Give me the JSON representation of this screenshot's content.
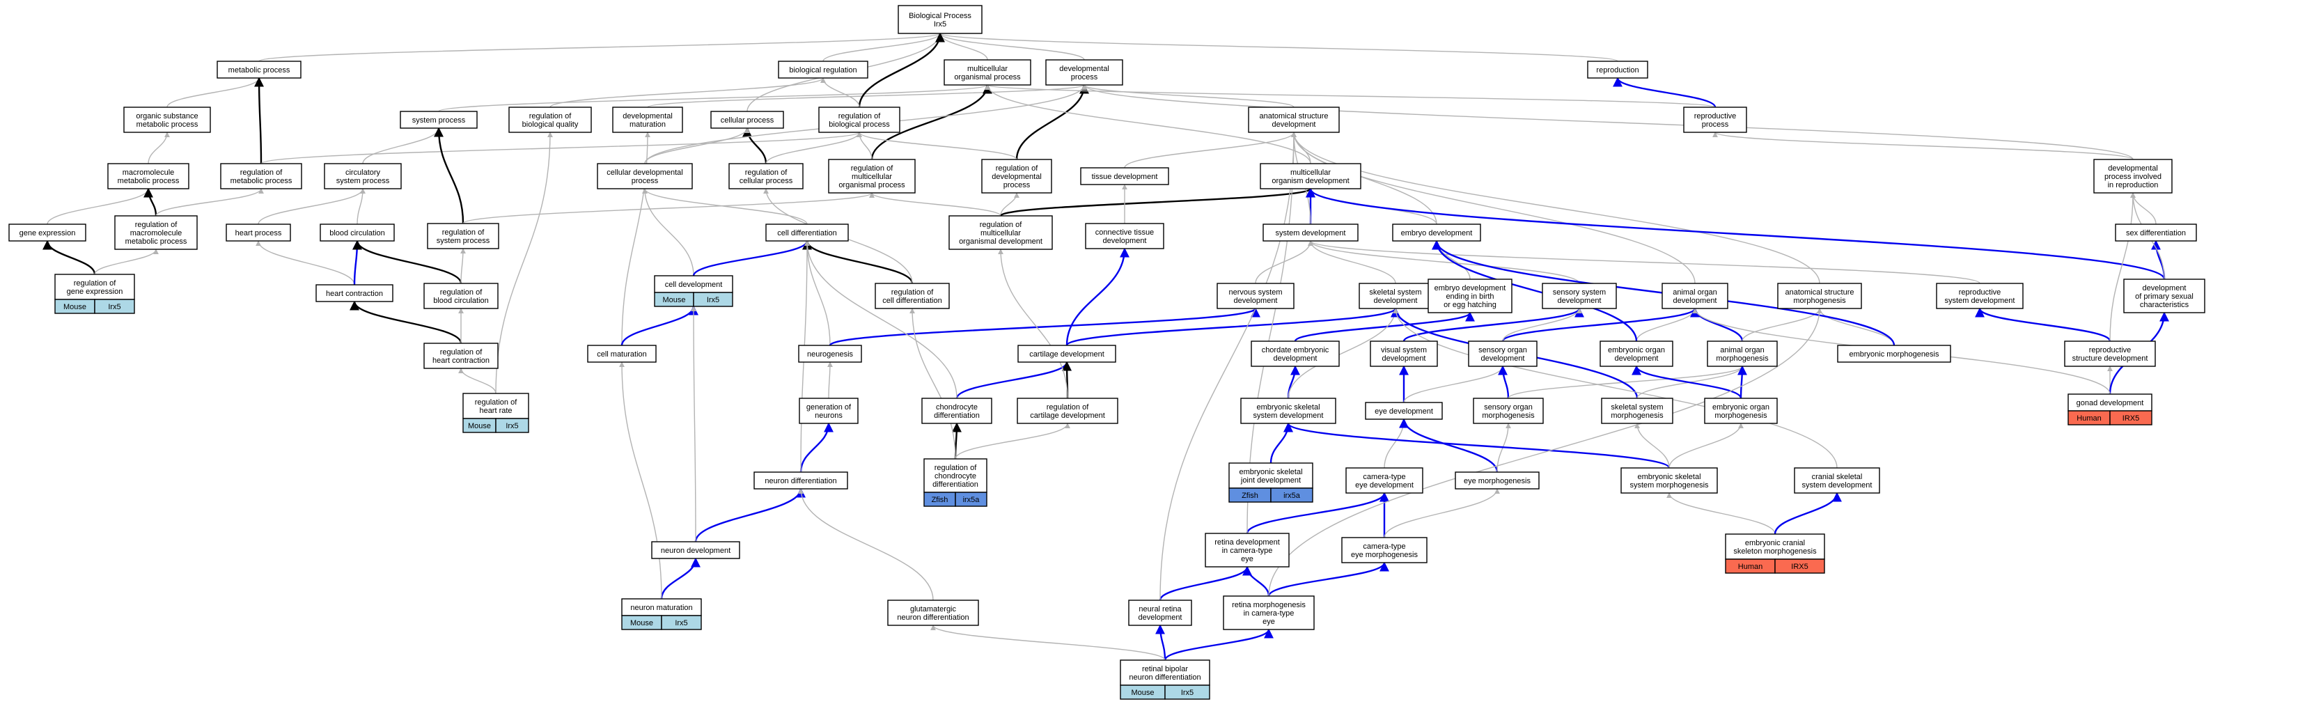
{
  "colors": {
    "is_a": "#b3b3b3",
    "part_of_black": "#000000",
    "regulates_blue": "#0000ee",
    "mouse": "#add8e6",
    "human": "#fa6a50",
    "zfish": "#5f8fe0"
  },
  "nodes": [
    {
      "id": "n_bp",
      "lines": [
        "Biological Process",
        "Irx5"
      ]
    },
    {
      "id": "n_metab",
      "lines": [
        "metabolic process"
      ]
    },
    {
      "id": "n_bioreg",
      "lines": [
        "biological regulation"
      ]
    },
    {
      "id": "n_multi",
      "lines": [
        "multicellular",
        "organismal process"
      ]
    },
    {
      "id": "n_dev",
      "lines": [
        "developmental",
        "process"
      ]
    },
    {
      "id": "n_repro",
      "lines": [
        "reproduction"
      ]
    },
    {
      "id": "n_orgsub",
      "lines": [
        "organic substance",
        "metabolic process"
      ]
    },
    {
      "id": "n_sysproc",
      "lines": [
        "system process"
      ]
    },
    {
      "id": "n_regbq",
      "lines": [
        "regulation of",
        "biological quality"
      ]
    },
    {
      "id": "n_devmat",
      "lines": [
        "developmental",
        "maturation"
      ]
    },
    {
      "id": "n_cellproc",
      "lines": [
        "cellular process"
      ]
    },
    {
      "id": "n_regbp",
      "lines": [
        "regulation of",
        "biological process"
      ]
    },
    {
      "id": "n_asd",
      "lines": [
        "anatomical structure",
        "development"
      ]
    },
    {
      "id": "n_reprop",
      "lines": [
        "reproductive",
        "process"
      ]
    },
    {
      "id": "n_macro",
      "lines": [
        "macromolecule",
        "metabolic process"
      ]
    },
    {
      "id": "n_regmetab",
      "lines": [
        "regulation of",
        "metabolic process"
      ]
    },
    {
      "id": "n_circ",
      "lines": [
        "circulatory",
        "system process"
      ]
    },
    {
      "id": "n_celldevproc",
      "lines": [
        "cellular developmental",
        "process"
      ]
    },
    {
      "id": "n_regcellproc",
      "lines": [
        "regulation of",
        "cellular process"
      ]
    },
    {
      "id": "n_regmultiproc",
      "lines": [
        "regulation of",
        "multicellular",
        "organismal process"
      ]
    },
    {
      "id": "n_regdev",
      "lines": [
        "regulation of",
        "developmental",
        "process"
      ]
    },
    {
      "id": "n_tissue",
      "lines": [
        "tissue development"
      ]
    },
    {
      "id": "n_multidev",
      "lines": [
        "multicellular",
        "organism development"
      ]
    },
    {
      "id": "n_devrepro",
      "lines": [
        "developmental",
        "process involved",
        "in reproduction"
      ]
    },
    {
      "id": "n_geneexp",
      "lines": [
        "gene expression"
      ]
    },
    {
      "id": "n_regmacro",
      "lines": [
        "regulation of",
        "macromolecule",
        "metabolic process"
      ]
    },
    {
      "id": "n_heartproc",
      "lines": [
        "heart process"
      ]
    },
    {
      "id": "n_bloodcirc",
      "lines": [
        "blood circulation"
      ]
    },
    {
      "id": "n_regsys",
      "lines": [
        "regulation of",
        "system process"
      ]
    },
    {
      "id": "n_celldiff",
      "lines": [
        "cell differentiation"
      ]
    },
    {
      "id": "n_regmultidev",
      "lines": [
        "regulation of",
        "multicellular",
        "organismal development"
      ]
    },
    {
      "id": "n_conn",
      "lines": [
        "connective tissue",
        "development"
      ]
    },
    {
      "id": "n_sysdev",
      "lines": [
        "system development"
      ]
    },
    {
      "id": "n_embdev",
      "lines": [
        "embryo development"
      ]
    },
    {
      "id": "n_sexdiff",
      "lines": [
        "sex differentiation"
      ]
    },
    {
      "id": "n_reggeneexp",
      "lines": [
        "regulation of",
        "gene expression"
      ],
      "org": [
        [
          "Mouse",
          "Irx5",
          "mouse"
        ]
      ]
    },
    {
      "id": "n_heartcon",
      "lines": [
        "heart contraction"
      ]
    },
    {
      "id": "n_regblood",
      "lines": [
        "regulation of",
        "blood circulation"
      ]
    },
    {
      "id": "n_celldev",
      "lines": [
        "cell development"
      ],
      "org": [
        [
          "Mouse",
          "Irx5",
          "mouse"
        ]
      ]
    },
    {
      "id": "n_regcelldiff",
      "lines": [
        "regulation of",
        "cell differentiation"
      ]
    },
    {
      "id": "n_nervous",
      "lines": [
        "nervous system",
        "development"
      ]
    },
    {
      "id": "n_skeletal",
      "lines": [
        "skeletal system",
        "development"
      ]
    },
    {
      "id": "n_embhatch",
      "lines": [
        "embryo development",
        "ending in birth",
        "or egg hatching"
      ]
    },
    {
      "id": "n_sensorysys",
      "lines": [
        "sensory system",
        "development"
      ]
    },
    {
      "id": "n_animalorgan",
      "lines": [
        "animal organ",
        "development"
      ]
    },
    {
      "id": "n_asmorph",
      "lines": [
        "anatomical structure",
        "morphogenesis"
      ]
    },
    {
      "id": "n_reprosys",
      "lines": [
        "reproductive",
        "system development"
      ]
    },
    {
      "id": "n_primsex",
      "lines": [
        "development",
        "of primary sexual",
        "characteristics"
      ]
    },
    {
      "id": "n_regheartcon",
      "lines": [
        "regulation of",
        "heart contraction"
      ]
    },
    {
      "id": "n_cellmat",
      "lines": [
        "cell maturation"
      ]
    },
    {
      "id": "n_neurogen",
      "lines": [
        "neurogenesis"
      ]
    },
    {
      "id": "n_cartdev",
      "lines": [
        "cartilage development"
      ]
    },
    {
      "id": "n_chordemb",
      "lines": [
        "chordate embryonic",
        "development"
      ]
    },
    {
      "id": "n_visual",
      "lines": [
        "visual system",
        "development"
      ]
    },
    {
      "id": "n_sensorgan",
      "lines": [
        "sensory organ",
        "development"
      ]
    },
    {
      "id": "n_emborgandev",
      "lines": [
        "embryonic organ",
        "development"
      ]
    },
    {
      "id": "n_animorph",
      "lines": [
        "animal organ",
        "morphogenesis"
      ]
    },
    {
      "id": "n_embmorph",
      "lines": [
        "embryonic morphogenesis"
      ]
    },
    {
      "id": "n_reprostruct",
      "lines": [
        "reproductive",
        "structure development"
      ]
    },
    {
      "id": "n_regheartrate",
      "lines": [
        "regulation of",
        "heart rate"
      ],
      "org": [
        [
          "Mouse",
          "Irx5",
          "mouse"
        ]
      ]
    },
    {
      "id": "n_genneur",
      "lines": [
        "generation of",
        "neurons"
      ]
    },
    {
      "id": "n_chondro",
      "lines": [
        "chondrocyte",
        "differentiation"
      ]
    },
    {
      "id": "n_regcart",
      "lines": [
        "regulation of",
        "cartilage development"
      ]
    },
    {
      "id": "n_embskel",
      "lines": [
        "embryonic skeletal",
        "system development"
      ]
    },
    {
      "id": "n_eyedev",
      "lines": [
        "eye development"
      ]
    },
    {
      "id": "n_sensmorph",
      "lines": [
        "sensory organ",
        "morphogenesis"
      ]
    },
    {
      "id": "n_skelmorph",
      "lines": [
        "skeletal system",
        "morphogenesis"
      ]
    },
    {
      "id": "n_emborganmorph",
      "lines": [
        "embryonic organ",
        "morphogenesis"
      ]
    },
    {
      "id": "n_gonad",
      "lines": [
        "gonad development"
      ],
      "org": [
        [
          "Human",
          "IRX5",
          "human"
        ]
      ]
    },
    {
      "id": "n_neurdiff",
      "lines": [
        "neuron differentiation"
      ]
    },
    {
      "id": "n_regchondro",
      "lines": [
        "regulation of",
        "chondrocyte",
        "differentiation"
      ],
      "org": [
        [
          "Zfish",
          "irx5a",
          "zfish"
        ]
      ]
    },
    {
      "id": "n_embjoint",
      "lines": [
        "embryonic skeletal",
        "joint development"
      ],
      "org": [
        [
          "Zfish",
          "irx5a",
          "zfish"
        ]
      ]
    },
    {
      "id": "n_cameye",
      "lines": [
        "camera-type",
        "eye development"
      ]
    },
    {
      "id": "n_eyemorph",
      "lines": [
        "eye morphogenesis"
      ]
    },
    {
      "id": "n_embskelmorph",
      "lines": [
        "embryonic skeletal",
        "system morphogenesis"
      ]
    },
    {
      "id": "n_cranial",
      "lines": [
        "cranial skeletal",
        "system development"
      ]
    },
    {
      "id": "n_retinadev",
      "lines": [
        "retina development",
        "in camera-type",
        "eye"
      ]
    },
    {
      "id": "n_cammorph",
      "lines": [
        "camera-type",
        "eye morphogenesis"
      ]
    },
    {
      "id": "n_neurdev",
      "lines": [
        "neuron development"
      ]
    },
    {
      "id": "n_embcranial",
      "lines": [
        "embryonic cranial",
        "skeleton morphogenesis"
      ],
      "org": [
        [
          "Human",
          "IRX5",
          "human"
        ]
      ]
    },
    {
      "id": "n_neurmat",
      "lines": [
        "neuron maturation"
      ],
      "org": [
        [
          "Mouse",
          "Irx5",
          "mouse"
        ]
      ]
    },
    {
      "id": "n_glut",
      "lines": [
        "glutamatergic",
        "neuron differentiation"
      ]
    },
    {
      "id": "n_neuralret",
      "lines": [
        "neural retina",
        "development"
      ]
    },
    {
      "id": "n_retmorph",
      "lines": [
        "retina morphogenesis",
        "in camera-type",
        "eye"
      ]
    },
    {
      "id": "n_bipolar",
      "lines": [
        "retinal bipolar",
        "neuron differentiation"
      ],
      "org": [
        [
          "Mouse",
          "Irx5",
          "mouse"
        ]
      ]
    }
  ],
  "edges": [
    [
      "n_metab",
      "n_bp",
      "g"
    ],
    [
      "n_bioreg",
      "n_bp",
      "g"
    ],
    [
      "n_multi",
      "n_bp",
      "g"
    ],
    [
      "n_dev",
      "n_bp",
      "g"
    ],
    [
      "n_repro",
      "n_bp",
      "g"
    ],
    [
      "n_cellproc",
      "n_bp",
      "g"
    ],
    [
      "n_orgsub",
      "n_metab",
      "g"
    ],
    [
      "n_macro",
      "n_orgsub",
      "g"
    ],
    [
      "n_geneexp",
      "n_macro",
      "g"
    ],
    [
      "n_reggeneexp",
      "n_geneexp",
      "k"
    ],
    [
      "n_reggeneexp",
      "n_regmacro",
      "g"
    ],
    [
      "n_regmacro",
      "n_macro",
      "k"
    ],
    [
      "n_regmacro",
      "n_regmetab",
      "g"
    ],
    [
      "n_regmetab",
      "n_metab",
      "k"
    ],
    [
      "n_regmetab",
      "n_regbp",
      "g"
    ],
    [
      "n_sysproc",
      "n_multi",
      "g"
    ],
    [
      "n_circ",
      "n_sysproc",
      "g"
    ],
    [
      "n_heartproc",
      "n_circ",
      "g"
    ],
    [
      "n_bloodcirc",
      "n_circ",
      "g"
    ],
    [
      "n_heartcon",
      "n_heartproc",
      "g"
    ],
    [
      "n_heartcon",
      "n_bloodcirc",
      "b"
    ],
    [
      "n_regblood",
      "n_bloodcirc",
      "k"
    ],
    [
      "n_regblood",
      "n_regsys",
      "g"
    ],
    [
      "n_regheartcon",
      "n_heartcon",
      "k"
    ],
    [
      "n_regheartcon",
      "n_regblood",
      "g"
    ],
    [
      "n_regheartrate",
      "n_regheartcon",
      "g"
    ],
    [
      "n_regheartrate",
      "n_regbq",
      "g"
    ],
    [
      "n_regsys",
      "n_sysproc",
      "k"
    ],
    [
      "n_regsys",
      "n_regmultiproc",
      "g"
    ],
    [
      "n_regbq",
      "n_bioreg",
      "g"
    ],
    [
      "n_devmat",
      "n_dev",
      "g"
    ],
    [
      "n_cellmat",
      "n_devmat",
      "g"
    ],
    [
      "n_cellmat",
      "n_celldev",
      "b"
    ],
    [
      "n_regbp",
      "n_bp",
      "k"
    ],
    [
      "n_regbp",
      "n_bioreg",
      "g"
    ],
    [
      "n_regcellproc",
      "n_cellproc",
      "k"
    ],
    [
      "n_regcellproc",
      "n_regbp",
      "g"
    ],
    [
      "n_regmultiproc",
      "n_multi",
      "k"
    ],
    [
      "n_regmultiproc",
      "n_regbp",
      "g"
    ],
    [
      "n_regdev",
      "n_dev",
      "k"
    ],
    [
      "n_regdev",
      "n_regbp",
      "g"
    ],
    [
      "n_celldevproc",
      "n_cellproc",
      "g"
    ],
    [
      "n_celldevproc",
      "n_dev",
      "g"
    ],
    [
      "n_celldiff",
      "n_celldevproc",
      "g"
    ],
    [
      "n_celldev",
      "n_celldevproc",
      "g"
    ],
    [
      "n_celldev",
      "n_celldiff",
      "b"
    ],
    [
      "n_regcelldiff",
      "n_celldiff",
      "k"
    ],
    [
      "n_regcelldiff",
      "n_regcellproc",
      "g"
    ],
    [
      "n_regmultidev",
      "n_regdev",
      "g"
    ],
    [
      "n_regmultidev",
      "n_multidev",
      "k"
    ],
    [
      "n_regmultidev",
      "n_regmultiproc",
      "g"
    ],
    [
      "n_asd",
      "n_dev",
      "g"
    ],
    [
      "n_multidev",
      "n_asd",
      "g"
    ],
    [
      "n_multidev",
      "n_multi",
      "g"
    ],
    [
      "n_tissue",
      "n_asd",
      "g"
    ],
    [
      "n_conn",
      "n_tissue",
      "g"
    ],
    [
      "n_sysdev",
      "n_multidev",
      "b"
    ],
    [
      "n_sysdev",
      "n_asd",
      "g"
    ],
    [
      "n_embdev",
      "n_asd",
      "g"
    ],
    [
      "n_embdev",
      "n_multidev",
      "g"
    ],
    [
      "n_reprop",
      "n_repro",
      "b"
    ],
    [
      "n_reprop",
      "n_multi",
      "g"
    ],
    [
      "n_devrepro",
      "n_reprop",
      "g"
    ],
    [
      "n_devrepro",
      "n_dev",
      "g"
    ],
    [
      "n_sexdiff",
      "n_devrepro",
      "g"
    ],
    [
      "n_nervous",
      "n_sysdev",
      "g"
    ],
    [
      "n_skeletal",
      "n_sysdev",
      "g"
    ],
    [
      "n_sensorysys",
      "n_sysdev",
      "g"
    ],
    [
      "n_reprosys",
      "n_sysdev",
      "g"
    ],
    [
      "n_embhatch",
      "n_embdev",
      "g"
    ],
    [
      "n_animalorgan",
      "n_asd",
      "g"
    ],
    [
      "n_asmorph",
      "n_asd",
      "g"
    ],
    [
      "n_primsex",
      "n_sexdiff",
      "b"
    ],
    [
      "n_primsex",
      "n_multidev",
      "b"
    ],
    [
      "n_primsex",
      "n_devrepro",
      "g"
    ],
    [
      "n_neurogen",
      "n_celldiff",
      "g"
    ],
    [
      "n_neurogen",
      "n_nervous",
      "b"
    ],
    [
      "n_cartdev",
      "n_skeletal",
      "b"
    ],
    [
      "n_cartdev",
      "n_conn",
      "b"
    ],
    [
      "n_chondro",
      "n_cartdev",
      "b"
    ],
    [
      "n_chondro",
      "n_celldiff",
      "g"
    ],
    [
      "n_regcart",
      "n_cartdev",
      "k"
    ],
    [
      "n_regcart",
      "n_regmultidev",
      "g"
    ],
    [
      "n_regchondro",
      "n_chondro",
      "k"
    ],
    [
      "n_regchondro",
      "n_regcelldiff",
      "g"
    ],
    [
      "n_regchondro",
      "n_regcart",
      "g"
    ],
    [
      "n_chordemb",
      "n_embhatch",
      "b"
    ],
    [
      "n_visual",
      "n_sensorysys",
      "b"
    ],
    [
      "n_sensorgan",
      "n_animalorgan",
      "b"
    ],
    [
      "n_sensorgan",
      "n_sensorysys",
      "g"
    ],
    [
      "n_emborgandev",
      "n_animalorgan",
      "g"
    ],
    [
      "n_emborgandev",
      "n_embdev",
      "b"
    ],
    [
      "n_animorph",
      "n_animalorgan",
      "b"
    ],
    [
      "n_animorph",
      "n_asmorph",
      "g"
    ],
    [
      "n_embmorph",
      "n_asmorph",
      "g"
    ],
    [
      "n_embmorph",
      "n_embdev",
      "b"
    ],
    [
      "n_reprostruct",
      "n_reprosys",
      "b"
    ],
    [
      "n_reprostruct",
      "n_devrepro",
      "g"
    ],
    [
      "n_gonad",
      "n_reprostruct",
      "g"
    ],
    [
      "n_gonad",
      "n_primsex",
      "b"
    ],
    [
      "n_gonad",
      "n_animalorgan",
      "g"
    ],
    [
      "n_genneur",
      "n_neurogen",
      "g"
    ],
    [
      "n_neurdiff",
      "n_genneur",
      "b"
    ],
    [
      "n_neurdiff",
      "n_celldiff",
      "g"
    ],
    [
      "n_neurdev",
      "n_neurdiff",
      "b"
    ],
    [
      "n_neurdev",
      "n_celldev",
      "g"
    ],
    [
      "n_neurmat",
      "n_neurdev",
      "b"
    ],
    [
      "n_neurmat",
      "n_cellmat",
      "g"
    ],
    [
      "n_glut",
      "n_neurdiff",
      "g"
    ],
    [
      "n_embskel",
      "n_chordemb",
      "b"
    ],
    [
      "n_embskel",
      "n_skeletal",
      "g"
    ],
    [
      "n_embjoint",
      "n_embskel",
      "b"
    ],
    [
      "n_eyedev",
      "n_visual",
      "b"
    ],
    [
      "n_eyedev",
      "n_sensorgan",
      "g"
    ],
    [
      "n_sensmorph",
      "n_sensorgan",
      "b"
    ],
    [
      "n_sensmorph",
      "n_animorph",
      "g"
    ],
    [
      "n_skelmorph",
      "n_skeletal",
      "b"
    ],
    [
      "n_skelmorph",
      "n_animorph",
      "g"
    ],
    [
      "n_emborganmorph",
      "n_animorph",
      "b"
    ],
    [
      "n_emborganmorph",
      "n_emborgandev",
      "b"
    ],
    [
      "n_cameye",
      "n_eyedev",
      "g"
    ],
    [
      "n_eyemorph",
      "n_eyedev",
      "b"
    ],
    [
      "n_eyemorph",
      "n_sensmorph",
      "g"
    ],
    [
      "n_embskelmorph",
      "n_embskel",
      "b"
    ],
    [
      "n_embskelmorph",
      "n_skelmorph",
      "g"
    ],
    [
      "n_embskelmorph",
      "n_emborganmorph",
      "g"
    ],
    [
      "n_embcranial",
      "n_embskelmorph",
      "g"
    ],
    [
      "n_embcranial",
      "n_cranial",
      "b"
    ],
    [
      "n_cranial",
      "n_skeletal",
      "g"
    ],
    [
      "n_retinadev",
      "n_cameye",
      "b"
    ],
    [
      "n_retinadev",
      "n_asd",
      "g"
    ],
    [
      "n_cammorph",
      "n_cameye",
      "b"
    ],
    [
      "n_cammorph",
      "n_eyemorph",
      "g"
    ],
    [
      "n_neuralret",
      "n_retinadev",
      "b"
    ],
    [
      "n_neuralret",
      "n_asd",
      "g"
    ],
    [
      "n_retmorph",
      "n_retinadev",
      "b"
    ],
    [
      "n_retmorph",
      "n_cammorph",
      "b"
    ],
    [
      "n_retmorph",
      "n_asmorph",
      "g"
    ],
    [
      "n_bipolar",
      "n_neuralret",
      "b"
    ],
    [
      "n_bipolar",
      "n_retmorph",
      "b"
    ],
    [
      "n_bipolar",
      "n_glut",
      "g"
    ]
  ]
}
